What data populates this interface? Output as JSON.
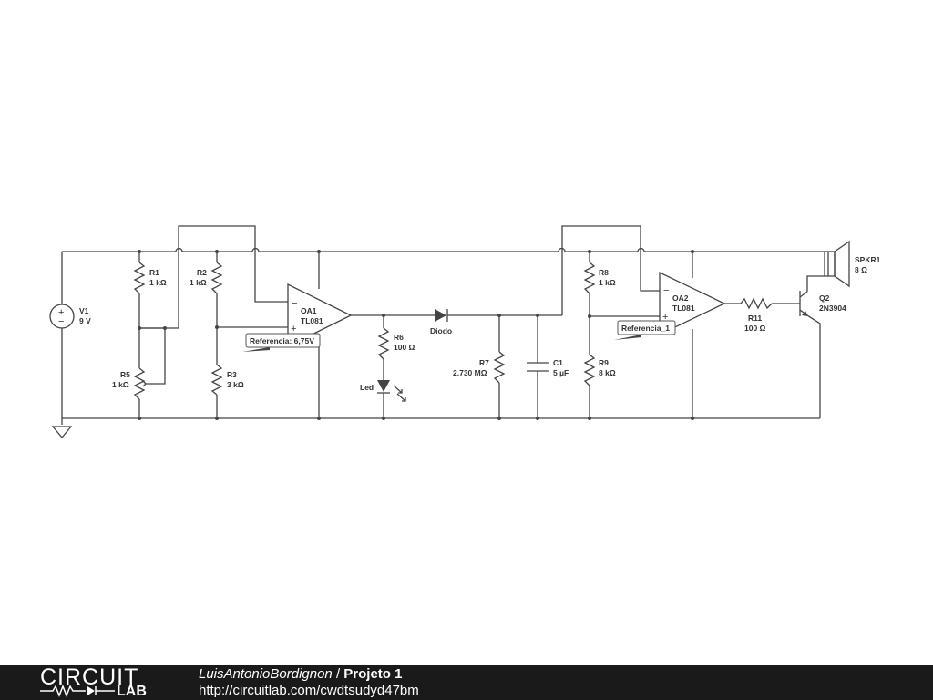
{
  "components": {
    "v1": {
      "name": "V1",
      "value": "9 V"
    },
    "r1": {
      "name": "R1",
      "value": "1 kΩ"
    },
    "r2": {
      "name": "R2",
      "value": "1 kΩ"
    },
    "r3": {
      "name": "R3",
      "value": "3 kΩ"
    },
    "r5": {
      "name": "R5",
      "value": "1 kΩ"
    },
    "oa1": {
      "name": "OA1",
      "value": "TL081",
      "minus": "−",
      "plus": "+"
    },
    "ref1": {
      "label": "Referencia: 6,75V"
    },
    "r6": {
      "name": "R6",
      "value": "100 Ω"
    },
    "led": {
      "name": "Led"
    },
    "diode": {
      "name": "Diodo"
    },
    "r7": {
      "name": "R7",
      "value": "2.730 MΩ"
    },
    "c1": {
      "name": "C1",
      "value": "5 µF"
    },
    "r8": {
      "name": "R8",
      "value": "1 kΩ"
    },
    "r9": {
      "name": "R9",
      "value": "8 kΩ"
    },
    "oa2": {
      "name": "OA2",
      "value": "TL081",
      "minus": "−",
      "plus": "+"
    },
    "ref2": {
      "label": "Referencia_1"
    },
    "r11": {
      "name": "R11",
      "value": "100 Ω"
    },
    "q2": {
      "name": "Q2",
      "value": "2N3904"
    },
    "spkr1": {
      "name": "SPKR1",
      "value": "8 Ω"
    }
  },
  "footer": {
    "logo_top": "CIRCUIT",
    "logo_bottom": "LAB",
    "author": "LuisAntonioBordignon",
    "separator": " / ",
    "project": "Projeto 1",
    "url": "http://circuitlab.com/cwdtsudyd47bm"
  }
}
